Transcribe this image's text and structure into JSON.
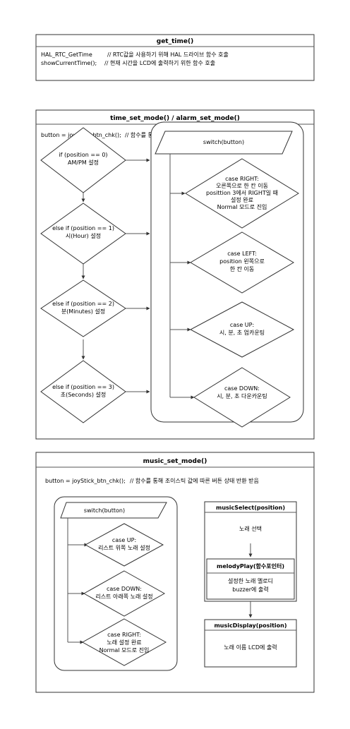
{
  "get_time": {
    "title": "get_time()",
    "line1_code": "HAL_RTC_GetTime",
    "line1_comment": "// RTC값을 사용하기 위해 HAL 드라이브 함수 호출",
    "line2_code": "showCurrentTime();",
    "line2_comment": "// 현재 시간을 LCD에 출력하기 위한 함수 호출"
  },
  "time_set": {
    "title": "time_set_mode() / alarm_set_mode()",
    "button_code": "button = joyStick_btn_chk();",
    "button_comment": "// 함수를 통해 조이스틱 값에 따른 버튼 상태 반환 받음",
    "conditions": [
      {
        "line1": "if (position == 0)",
        "line2": "AM/PM 설정"
      },
      {
        "line1": "else if (position == 1)",
        "line2": "시(Hour) 설정"
      },
      {
        "line1": "else if (position == 2)",
        "line2": "분(Minutes) 설정"
      },
      {
        "line1": "else if (position == 3)",
        "line2": "초(Seconds) 설정"
      }
    ],
    "switch_label": "switch(button)",
    "cases": [
      {
        "lines": [
          "case RIGHT:",
          "오른쪽으로 한 칸 이동",
          "posittion 3에서 RIGHT일 때",
          "설정 완료",
          "Normal 모드로 진입"
        ]
      },
      {
        "lines": [
          "case LEFT:",
          "position 왼쪽으로",
          "한 칸 이동"
        ]
      },
      {
        "lines": [
          "case UP:",
          "시, 분, 초 업카운팅"
        ]
      },
      {
        "lines": [
          "case DOWN:",
          "시, 분, 초 다운카운팅"
        ]
      }
    ]
  },
  "music_set": {
    "title": "music_set_mode()",
    "button_code": "button = joyStick_btn_chk();",
    "button_comment": "// 함수를 통해 조이스틱 값에 따른 버튼 상태 반환 받음",
    "switch_label": "switch(button)",
    "cases": [
      {
        "lines": [
          "case UP:",
          "리스트 위쪽 노래 설정"
        ]
      },
      {
        "lines": [
          "case DOWN:",
          "리스트 아래쪽 노래 설정"
        ]
      },
      {
        "lines": [
          "case RIGHT:",
          "노래 설정 완료",
          "Normal 모드로 진입"
        ]
      }
    ],
    "music_select": {
      "title": "musicSelect(position)",
      "step1": "노래 선택",
      "melody_title": "melodyPlay(함수포인터)",
      "melody_line1": "설정한 노래 멜로디",
      "melody_line2": "buzzer에 출력"
    },
    "music_display": {
      "title": "musicDisplay(position)",
      "text": "노래 이름 LCD에 출력"
    }
  }
}
